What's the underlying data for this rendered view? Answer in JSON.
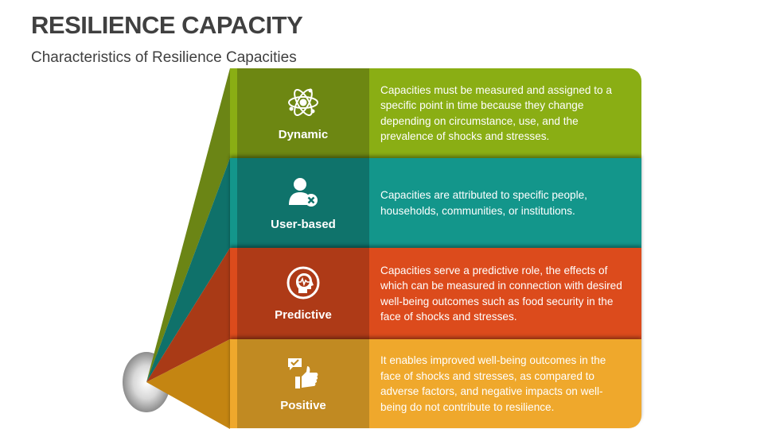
{
  "header": {
    "title": "RESILIENCE CAPACITY",
    "subtitle": "Characteristics of Resilience Capacities"
  },
  "colors": {
    "dynamic": {
      "main": "#8aae14",
      "dark": "#6d8712",
      "side": "#6b8515"
    },
    "user_based": {
      "main": "#13968b",
      "dark": "#0f736b",
      "side": "#0f716a"
    },
    "predictive": {
      "main": "#dc4b1c",
      "dark": "#ae3a17",
      "side": "#a93a16"
    },
    "positive": {
      "main": "#efa82c",
      "dark": "#c18a22",
      "side": "#c48512"
    }
  },
  "items": [
    {
      "name": "Dynamic",
      "icon": "atom-icon",
      "description": "Capacities must be measured and assigned to a specific point in time because they change depending on circumstance, use, and the prevalence of shocks and stresses."
    },
    {
      "name": "User-based",
      "icon": "user-remove-icon",
      "description": "Capacities are attributed to specific people, households, communities, or institutions."
    },
    {
      "name": "Predictive",
      "icon": "head-pulse-icon",
      "description": "Capacities serve a predictive role, the effects of which can be measured in connection with desired well-being outcomes such as food security in the face of shocks and stresses."
    },
    {
      "name": "Positive",
      "icon": "thumbs-up-check-icon",
      "description": "It enables improved well-being outcomes in the face of shocks and stresses, as compared to adverse factors, and negative impacts on well-being do not contribute to resilience."
    }
  ]
}
